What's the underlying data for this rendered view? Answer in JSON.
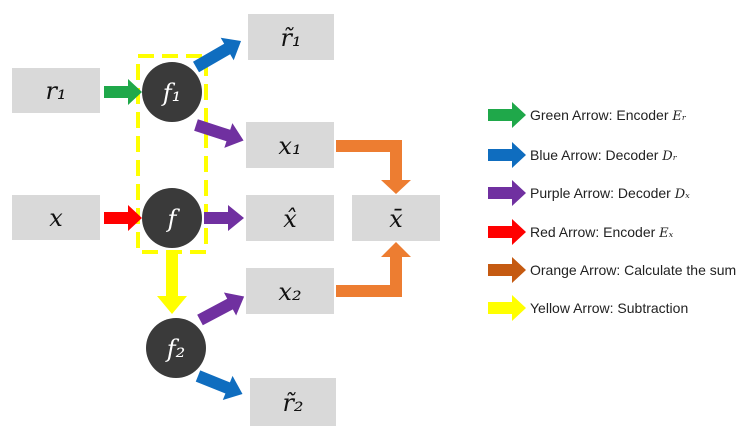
{
  "colors": {
    "green": "#1fa84a",
    "blue": "#0f6dbf",
    "purple": "#7030a0",
    "red": "#ff0000",
    "orange": "#ed7d31",
    "orange_legend": "#c55a11",
    "yellow": "#ffff00",
    "box": "#d9d9d9",
    "node": "#3a3a3a"
  },
  "boxes": {
    "r1": "r₁",
    "x": "x",
    "r1_tilde": "r̃₁",
    "x1": "x₁",
    "x_hat": "x̂",
    "x_bar": "x̄",
    "x2": "x₂",
    "r2_tilde": "r̃₂"
  },
  "nodes": {
    "f1": "f₁",
    "f": "f",
    "f2": "f₂"
  },
  "legend": [
    {
      "color": "green",
      "text": "Green Arrow: Encoder ",
      "math": "Eᵣ"
    },
    {
      "color": "blue",
      "text": "Blue Arrow: Decoder ",
      "math": "Dᵣ"
    },
    {
      "color": "purple",
      "text": "Purple Arrow: Decoder ",
      "math": "Dₓ"
    },
    {
      "color": "red",
      "text": "Red Arrow: Encoder ",
      "math": "Eₓ"
    },
    {
      "color": "orange_legend",
      "text": "Orange Arrow: Calculate the sum",
      "math": ""
    },
    {
      "color": "yellow",
      "text": "Yellow Arrow: Subtraction",
      "math": ""
    }
  ]
}
